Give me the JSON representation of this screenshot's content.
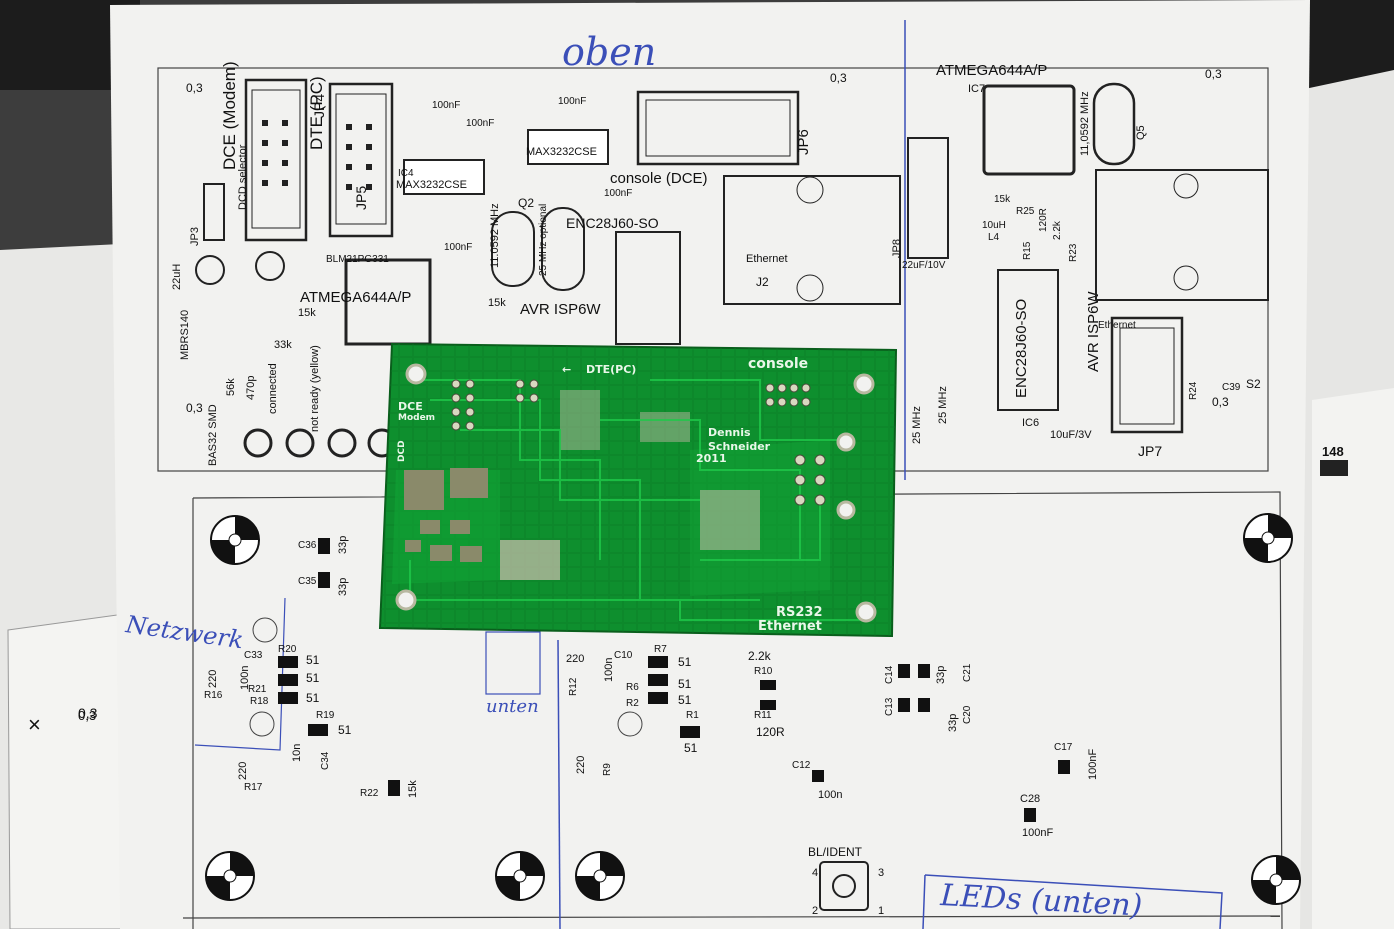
{
  "handwriting": {
    "oben": "oben",
    "netzwerk": "Netzwerk",
    "unten": "unten",
    "leds": "LEDs (unten)"
  },
  "top_sheet": {
    "dce_modem": "DCE (Modem)",
    "dte_pc": "DTE (PC)",
    "jp4": "JP4",
    "jp5": "JP5",
    "jp3": "JP3",
    "jp6": "JP6",
    "jp7": "JP7",
    "jp8": "JP8",
    "console_dce": "console (DCE)",
    "max3232": "MAX3232CSE",
    "ic4": "IC4",
    "enc28j60": "ENC28J60-SO",
    "atmega_left": "ATMEGA644A/P",
    "atmega_right": "ATMEGA644A/P",
    "ic7": "IC7",
    "ic6": "IC6",
    "ethernet": "Ethernet",
    "j2": "J2",
    "q2": "Q2",
    "q5": "Q5",
    "freq_left": "11.0592 MHz",
    "freq_right": "11,0592 MHz",
    "freq_25": "25 MHz optional",
    "avr_isp": "AVR ISP6W",
    "mbrs": "MBRS140",
    "bas32": "BAS32 SMD",
    "connected": "connected",
    "not_ready": "not ready (yellow)",
    "dcd_selector": "DCD selector",
    "blm21": "BLM21PG331",
    "l4": "L4",
    "s2": "S2",
    "c32": "10uF/3V",
    "c39": "C39",
    "r24": "R24",
    "thickness": "0,3",
    "val_100nf": "100nF",
    "val_15k": "15k",
    "val_10uh": "10uH",
    "val_56k": "56k",
    "val_470p": "470p",
    "val_33k": "33k",
    "val_22uh": "22uH",
    "c37": "22uF/10V",
    "r25": "R25",
    "r15": "R15",
    "r23": "R23",
    "val_120r": "120R",
    "val_2_2k": "2.2k",
    "val_25mhz": "25 MHz"
  },
  "bottom_sheet": {
    "c36": "C36",
    "c35": "C35",
    "val_33p": "33p",
    "c33": "C33",
    "r20": "R20",
    "r21": "R21",
    "r18": "R18",
    "r19": "R19",
    "r16": "R16",
    "r17": "R17",
    "c34": "C34",
    "r22": "R22",
    "r12": "R12",
    "r9": "R9",
    "c10": "C10",
    "r7": "R7",
    "r6": "R6",
    "r2": "R2",
    "r1": "R1",
    "r10": "R10",
    "r11": "R11",
    "c12": "C12",
    "c14": "C14",
    "c13": "C13",
    "c21": "C21",
    "c20": "C20",
    "c17": "C17",
    "c28": "C28",
    "val_220": "220",
    "val_100n": "100n",
    "val_51": "51",
    "val_10n": "10n",
    "val_15k": "15k",
    "val_2_2k": "2.2k",
    "val_120r": "120R",
    "val_100nf": "100nF",
    "bl_ident": "BL/IDENT",
    "pin1": "1",
    "pin2": "2",
    "pin3": "3",
    "pin4": "4",
    "thickness": "0,3"
  },
  "pcb": {
    "console": "console",
    "dte_pc": "DTE(PC)",
    "dce": "DCE",
    "modem": "Modem",
    "author": "Dennis",
    "author2": "Schneider",
    "year": "2011",
    "rs232": "RS232",
    "ethernet": "Ethernet",
    "dcd": "DCD"
  },
  "right_sheet": {
    "num": "148"
  },
  "left_sheet": {
    "thickness": "0,3",
    "mark": "×"
  },
  "colors": {
    "pcb_green": "#0e8f2e",
    "pcb_dark": "#076a1f",
    "paper": "#f2f2f0",
    "ink": "#3b4fb8"
  }
}
